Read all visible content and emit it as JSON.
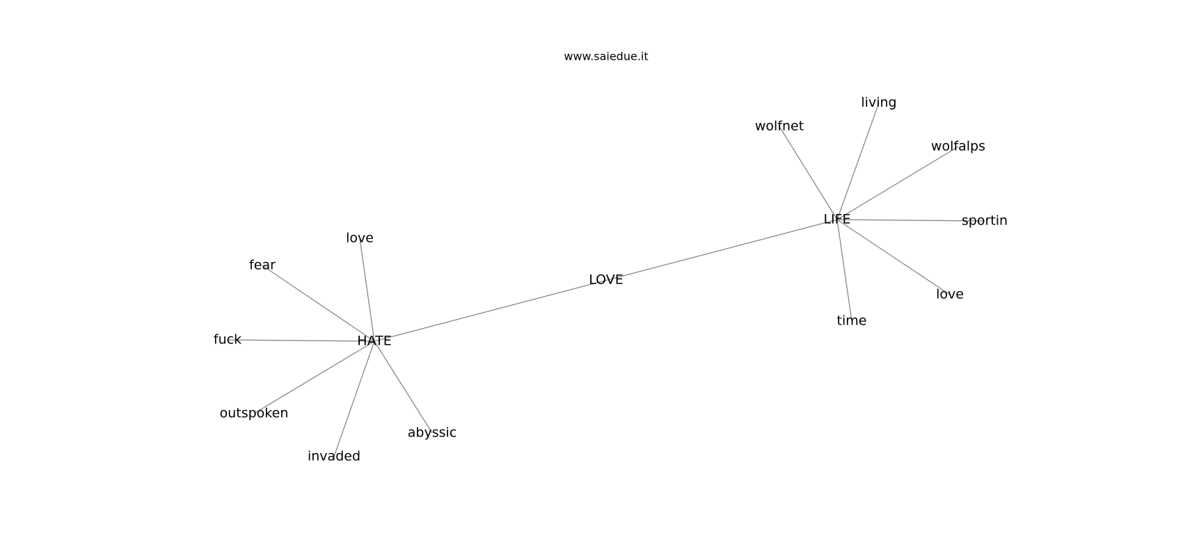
{
  "site": "www.saiedue.it",
  "graph": {
    "nodes": [
      {
        "id": "love_center",
        "label": "LOVE"
      },
      {
        "id": "hate",
        "label": "HATE"
      },
      {
        "id": "life",
        "label": "LIFE"
      },
      {
        "id": "hate_love",
        "label": "love"
      },
      {
        "id": "fear",
        "label": "fear"
      },
      {
        "id": "fuck",
        "label": "fuck"
      },
      {
        "id": "outspoken",
        "label": "outspoken"
      },
      {
        "id": "invaded",
        "label": "invaded"
      },
      {
        "id": "abyssic",
        "label": "abyssic"
      },
      {
        "id": "wolfnet",
        "label": "wolfnet"
      },
      {
        "id": "living",
        "label": "living"
      },
      {
        "id": "wolfalps",
        "label": "wolfalps"
      },
      {
        "id": "sportin",
        "label": "sportin"
      },
      {
        "id": "life_love",
        "label": "love"
      },
      {
        "id": "time",
        "label": "time"
      }
    ],
    "edges": [
      [
        "hate",
        "life"
      ],
      [
        "hate",
        "hate_love"
      ],
      [
        "hate",
        "fear"
      ],
      [
        "hate",
        "fuck"
      ],
      [
        "hate",
        "outspoken"
      ],
      [
        "hate",
        "invaded"
      ],
      [
        "hate",
        "abyssic"
      ],
      [
        "life",
        "wolfnet"
      ],
      [
        "life",
        "living"
      ],
      [
        "life",
        "wolfalps"
      ],
      [
        "life",
        "sportin"
      ],
      [
        "life",
        "life_love"
      ],
      [
        "life",
        "time"
      ]
    ]
  }
}
